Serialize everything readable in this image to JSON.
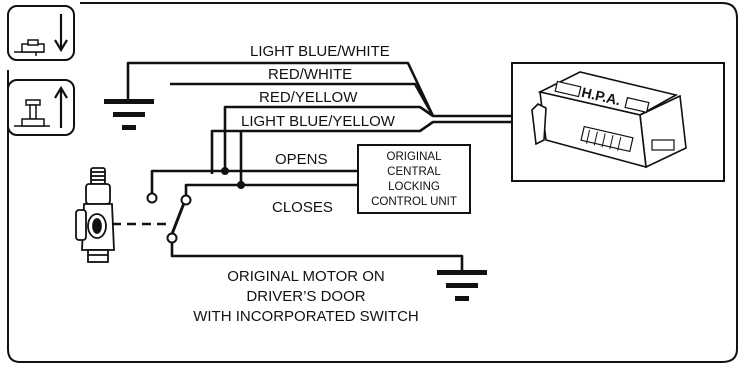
{
  "wires": {
    "light_blue_white": "LIGHT BLUE/WHITE",
    "red_white": "RED/WHITE",
    "red_yellow": "RED/YELLOW",
    "light_blue_yellow": "LIGHT BLUE/YELLOW",
    "opens": "OPENS",
    "closes": "CLOSES"
  },
  "control_unit": {
    "line1": "ORIGINAL",
    "line2": "CENTRAL",
    "line3": "LOCKING",
    "line4": "CONTROL UNIT"
  },
  "module": {
    "brand": "H.P.A."
  },
  "motor": {
    "line1": "ORIGINAL MOTOR ON",
    "line2": "DRIVER’S DOOR",
    "line3": "WITH INCORPORATED SWITCH"
  },
  "icons": {
    "lock": "lock-down-arrow-icon",
    "unlock": "unlock-up-arrow-icon",
    "ground": "ground-symbol-icon",
    "actuator": "door-lock-actuator-icon",
    "module": "hpa-module-icon"
  }
}
